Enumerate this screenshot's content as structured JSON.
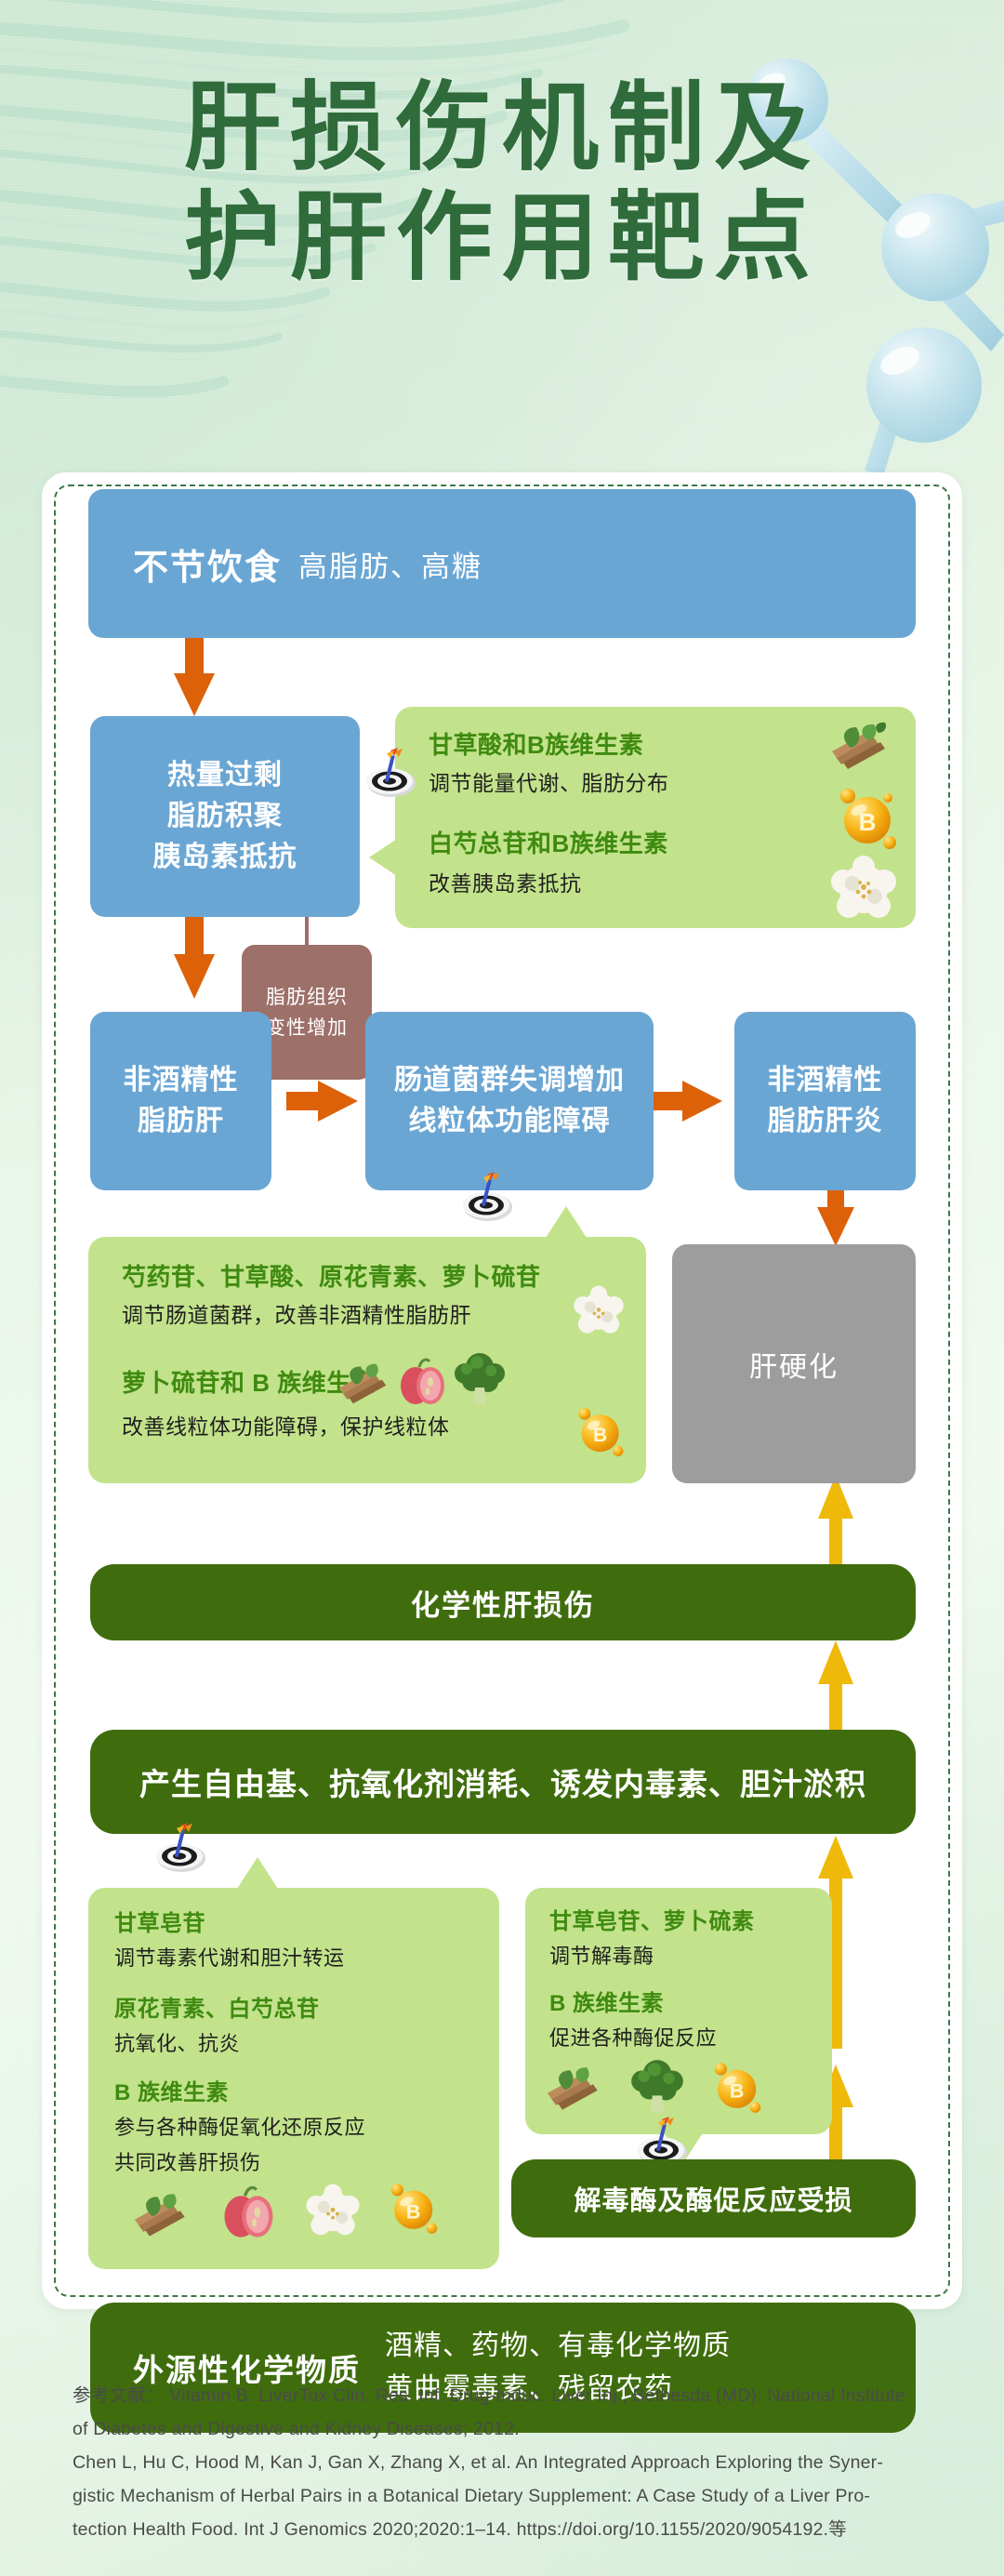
{
  "header": {
    "title_line1": "肝损伤机制及",
    "title_line2": "护肝作用靶点"
  },
  "colors": {
    "blue": "#6AA6D4",
    "brown": "#9D706A",
    "gray": "#9D9D9D",
    "dark_green": "#3F6D0D",
    "light_green": "#C2E38B",
    "orange_arrow": "#DD6109",
    "yellow_arrow": "#EFB90A",
    "title_green": "#2F6B3B",
    "highlight_green": "#3F8A10"
  },
  "flow": {
    "diet_bar": {
      "main": "不节饮食",
      "sub": "高脂肪、高糖"
    },
    "excess": {
      "line1": "热量过剩",
      "line2": "脂肪积聚",
      "line3": "胰岛素抵抗"
    },
    "adipose": {
      "line1": "脂肪组织",
      "line2": "变性增加"
    },
    "nafld": {
      "line1": "非酒精性",
      "line2": "脂肪肝"
    },
    "dysbiosis": {
      "line1": "肠道菌群失调增加",
      "line2": "线粒体功能障碍"
    },
    "nash": {
      "line1": "非酒精性",
      "line2": "脂肪肝炎"
    },
    "cirrhosis": "肝硬化",
    "chemical_injury": "化学性肝损伤",
    "mechanisms": "产生自由基、抗氧化剂消耗、诱发内毒素、胆汁淤积",
    "enzyme_damage": "解毒酶及酶促反应受损",
    "exogenous": {
      "main": "外源性化学物质",
      "sub_line1": "酒精、药物、有毒化学物质",
      "sub_line2": "黄曲霉毒素、残留农药"
    }
  },
  "callouts": {
    "metabolic": {
      "item1_title": "甘草酸和B族维生素",
      "item1_desc": "调节能量代谢、脂肪分布",
      "item2_title": "白芍总苷和B族维生素",
      "item2_desc": "改善胰岛素抵抗",
      "icons": [
        "licorice-root-icon",
        "vitamin-b-capsule-icon",
        "peony-flower-icon"
      ]
    },
    "gut_mito": {
      "item1_title": "芍药苷、甘草酸、原花青素、萝卜硫苷",
      "item1_desc": "调节肠道菌群，改善非酒精性脂肪肝",
      "item2_title": "萝卜硫苷和 B 族维生素",
      "item2_desc": "改善线粒体功能障碍，保护线粒体",
      "icons": [
        "peony-flower-icon",
        "licorice-root-icon",
        "grape-icon",
        "broccoli-icon",
        "vitamin-b-capsule-icon"
      ]
    },
    "detox_left": {
      "item1_title": "甘草皂苷",
      "item1_desc": "调节毒素代谢和胆汁转运",
      "item2_title": "原花青素、白芍总苷",
      "item2_desc": "抗氧化、抗炎",
      "item3_title": "B 族维生素",
      "item3_desc_line1": "参与各种酶促氧化还原反应",
      "item3_desc_line2": "共同改善肝损伤",
      "icons": [
        "licorice-root-icon",
        "grape-icon",
        "peony-flower-icon",
        "vitamin-b-capsule-icon"
      ]
    },
    "detox_right": {
      "item1_title": "甘草皂苷、萝卜硫素",
      "item1_desc": "调节解毒酶",
      "item2_title": "B 族维生素",
      "item2_desc": "促进各种酶促反应",
      "icons": [
        "licorice-root-icon",
        "broccoli-icon",
        "vitamin-b-capsule-icon"
      ]
    }
  },
  "references": {
    "label": "参考文献：",
    "line1": "参考文献： Vitamin B. LiverTox Clin. Res. Inf. Drug-Induc. Liver Inj., Bethesda (MD): National Institute",
    "line2": "of Diabetes and Digestive and Kidney Diseases; 2012.",
    "line3": "Chen L, Hu C, Hood M, Kan J, Gan X, Zhang X, et al. An Integrated Approach Exploring the Syner-",
    "line4": "gistic Mechanism of Herbal Pairs in a Botanical Dietary Supplement: A Case Study of a Liver Pro-",
    "line5": "tection Health Food. Int J Genomics 2020;2020:1–14. https://doi.org/10.1155/2020/9054192.等"
  }
}
